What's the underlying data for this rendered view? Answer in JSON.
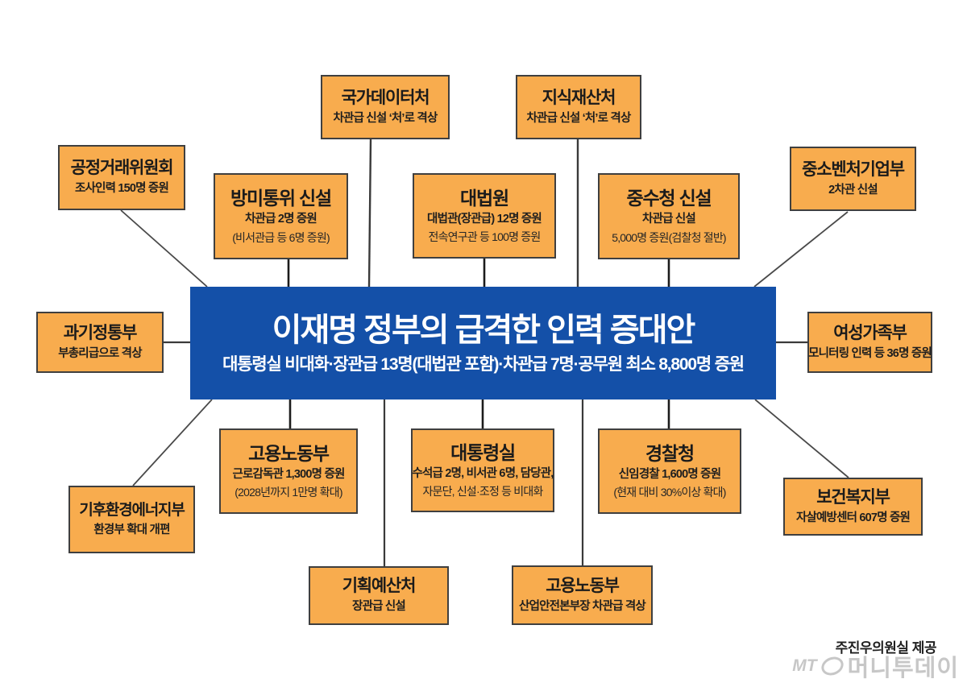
{
  "colors": {
    "node_bg": "#F8AC4E",
    "node_border": "#3f3f3f",
    "center_bg": "#1450A8",
    "center_text": "#ffffff",
    "connector": "#3a3a3a",
    "watermark": "#c7c7c7"
  },
  "center": {
    "title": "이재명 정부의 급격한 인력 증대안",
    "subtitle": "대통령실 비대화·장관급 13명(대법관 포함)·차관급 7명·공무원 최소 8,800명 증원"
  },
  "nodes": [
    {
      "title": "공정거래위원회",
      "sub": "조사인력 150명 증원"
    },
    {
      "title": "국가데이터처",
      "sub": "차관급 신설 ‘처’로 격상"
    },
    {
      "title": "지식재산처",
      "sub": "차관급 신설 ‘처’로 격상"
    },
    {
      "title": "중소벤처기업부",
      "sub": "2차관 신설"
    },
    {
      "title": "방미통위 신설",
      "sub": "차관급 2명 증원",
      "sub2": "(비서관급 등 6명 증원)"
    },
    {
      "title": "대법원",
      "sub": "대법관(장관급) 12명 증원",
      "sub2": "전속연구관 등 100명 증원"
    },
    {
      "title": "중수청 신설",
      "sub": "차관급 신설",
      "sub2": "5,000명 증원(검찰청 절반)"
    },
    {
      "title": "과기정통부",
      "sub": "부총리급으로 격상"
    },
    {
      "title": "여성가족부",
      "sub": "모니터링 인력 등 36명 증원"
    },
    {
      "title": "고용노동부",
      "sub": "근로감독관 1,300명 증원",
      "sub2": "(2028년까지 1만명 확대)"
    },
    {
      "title": "대통령실",
      "sub": "수석급 2명, 비서관 6명, 담당관,",
      "sub2": "자문단, 신설·조정 등 비대화"
    },
    {
      "title": "경찰청",
      "sub": "신임경찰 1,600명 증원",
      "sub2": "(현재 대비 30%이상 확대)"
    },
    {
      "title": "기후환경에너지부",
      "sub": "환경부 확대 개편"
    },
    {
      "title": "보건복지부",
      "sub": "자살예방센터 607명 증원"
    },
    {
      "title": "기획예산처",
      "sub": "장관급 신설"
    },
    {
      "title": "고용노동부",
      "sub": "산업안전본부장 차관급 격상"
    }
  ],
  "footer": {
    "credit": "주진우의원실 제공",
    "watermark_mt": "MT",
    "watermark_name": "머니투데이"
  }
}
